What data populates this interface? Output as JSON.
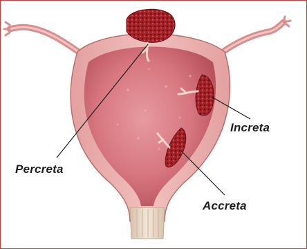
{
  "labels": {
    "increta": "Increta",
    "percreta": "Percreta",
    "accreta": "Accreta"
  },
  "colors": {
    "border": "#c83a3a",
    "uterine_wall": "#e9a7a6",
    "cavity": "#d7767f",
    "placenta": "#9c1e22",
    "cervix": "#ead8c7",
    "text": "#1e1e1e"
  }
}
